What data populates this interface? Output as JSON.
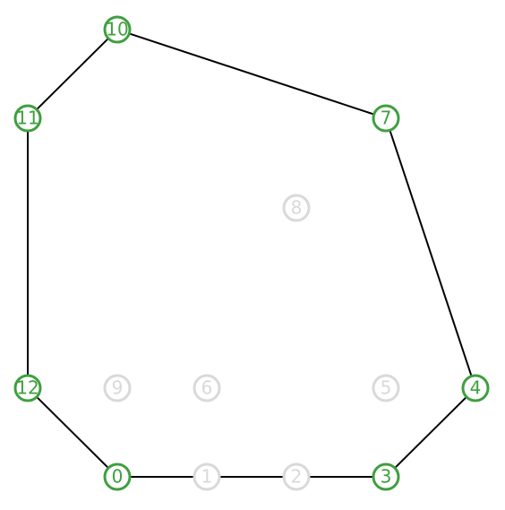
{
  "colors": {
    "hull_node": "#3f9f3f",
    "interior_node": "#d9d9d9",
    "edge": "#000000",
    "background": "#ffffff"
  },
  "nodes": [
    {
      "id": "0",
      "on_hull": true
    },
    {
      "id": "1",
      "on_hull": false
    },
    {
      "id": "2",
      "on_hull": false
    },
    {
      "id": "3",
      "on_hull": true
    },
    {
      "id": "4",
      "on_hull": true
    },
    {
      "id": "5",
      "on_hull": false
    },
    {
      "id": "6",
      "on_hull": false
    },
    {
      "id": "7",
      "on_hull": true
    },
    {
      "id": "8",
      "on_hull": false
    },
    {
      "id": "9",
      "on_hull": false
    },
    {
      "id": "10",
      "on_hull": true
    },
    {
      "id": "11",
      "on_hull": true
    },
    {
      "id": "12",
      "on_hull": true
    }
  ],
  "hull_order": [
    "0",
    "3",
    "4",
    "7",
    "10",
    "11",
    "12"
  ]
}
